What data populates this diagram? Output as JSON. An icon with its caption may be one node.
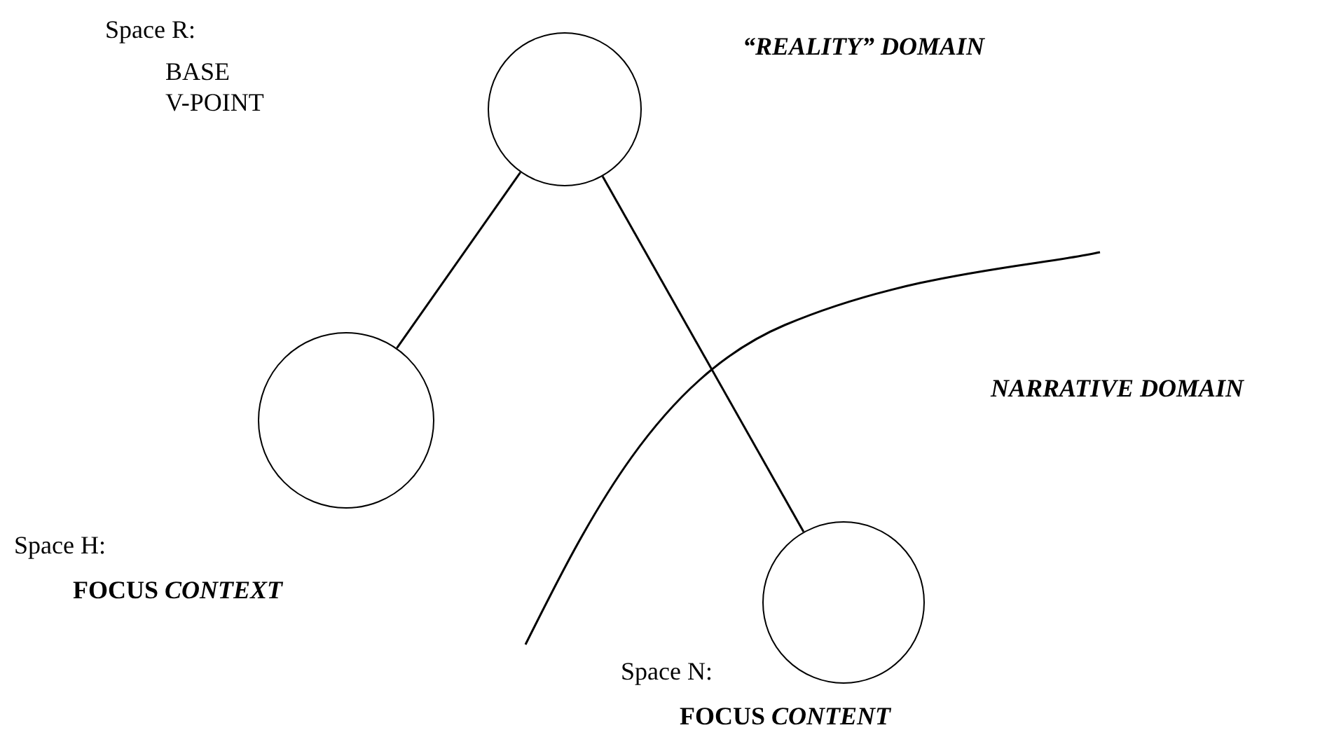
{
  "diagram": {
    "nodes": [
      {
        "text": [],
        "shape": "circle",
        "beside": [
          "Space R:",
          "BASE V-POINT"
        ]
      },
      {
        "text": [],
        "shape": "circle",
        "beside": [
          "Space H:",
          "FOCUS *CONTEXT*"
        ]
      },
      {
        "text": [],
        "shape": "circle",
        "beside": [
          "Space N:",
          "FOCUS *CONTENT*"
        ]
      }
    ],
    "edges": [
      {
        "from": 0,
        "to": 1,
        "arrow": "none"
      },
      {
        "from": 0,
        "to": 2,
        "arrow": "none"
      }
    ],
    "labels": [
      "“REALITY” DOMAIN",
      "NARRATIVE DOMAIN"
    ]
  }
}
